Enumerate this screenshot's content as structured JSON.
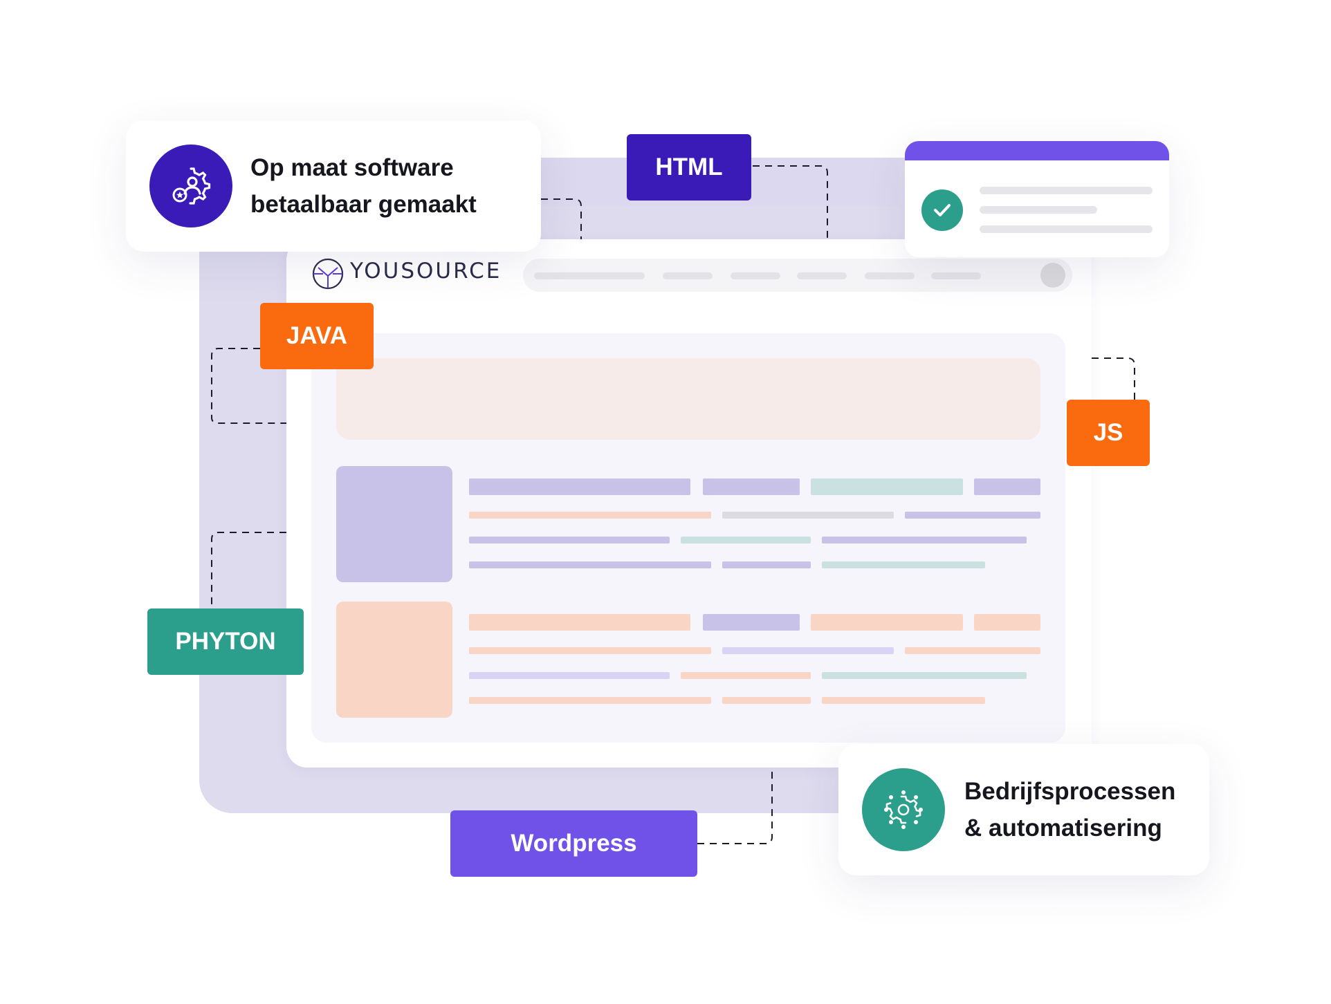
{
  "logo": {
    "text": "YOUSOURCE"
  },
  "cards": {
    "software": {
      "line1": "Op maat software",
      "line2": "betaalbaar gemaakt",
      "icon": "gear-user-icon"
    },
    "process": {
      "line1": "Bedrijfsprocessen",
      "line2": "& automatisering",
      "icon": "gear-network-icon"
    },
    "check": {
      "icon": "checkmark-icon"
    }
  },
  "tags": {
    "html": "HTML",
    "java": "JAVA",
    "js": "JS",
    "phyton": "PHYTON",
    "wordpress": "Wordpress"
  },
  "colors": {
    "indigo": "#3a1bb8",
    "orange": "#fa6a0e",
    "teal": "#2b9f8b",
    "purple": "#7052e8",
    "lavender_bg": "#dedbee"
  }
}
